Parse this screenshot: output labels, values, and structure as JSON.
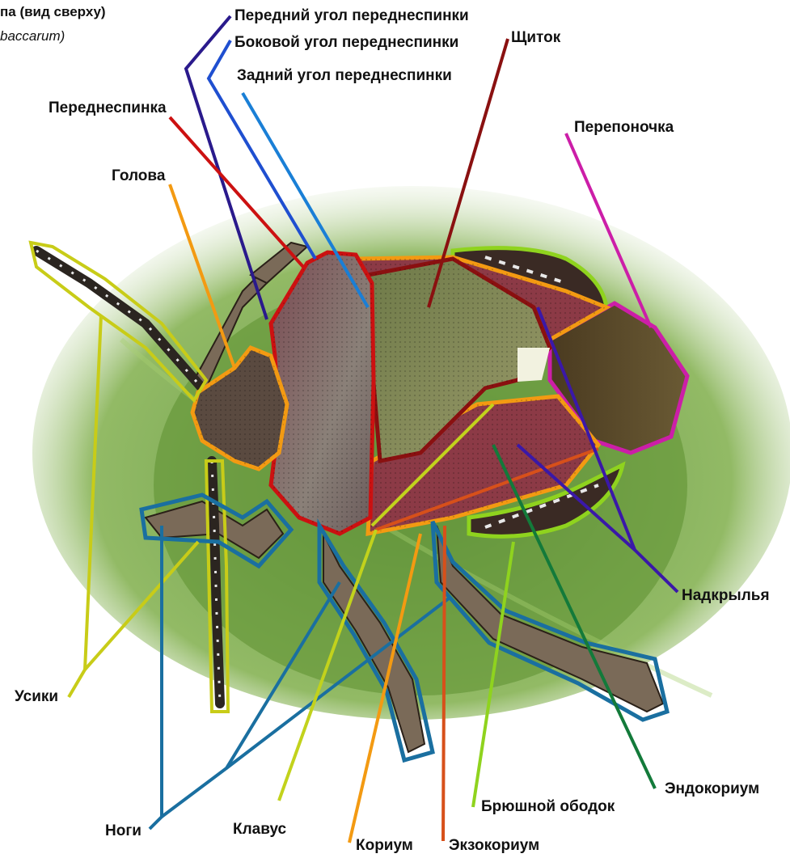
{
  "header": {
    "title_fragment": "па (вид сверху)",
    "subtitle_fragment": "baccarum)"
  },
  "labels": {
    "anterior_angle": "Передний угол переднеспинки",
    "lateral_angle": "Боковой угол переднеспинки",
    "posterior_angle": "Задний угол переднеспинки",
    "scutellum": "Щиток",
    "pronotum": "Переднеспинка",
    "membrane": "Перепоночка",
    "head": "Голова",
    "hemelytra": "Надкрылья",
    "antennae": "Усики",
    "endocorium": "Эндокориум",
    "ventral_rim": "Брюшной ободок",
    "legs": "Ноги",
    "clavus": "Клавус",
    "corium": "Кориум",
    "exocorium": "Экзокориум"
  },
  "colors": {
    "anterior_angle": "#2a1a8c",
    "lateral_angle": "#1f4fd0",
    "posterior_angle": "#1a7fd6",
    "scutellum": "#8a1010",
    "pronotum": "#cc1111",
    "membrane": "#cc1ea8",
    "head": "#f39a12",
    "hemelytra": "#3a18a8",
    "antennae": "#c8cc18",
    "endocorium": "#137a3a",
    "ventral_rim": "#8fd31e",
    "legs": "#1a6fa0",
    "clavus": "#c2d21c",
    "corium": "#f39a12",
    "exocorium": "#d7501a",
    "leaf_green": "#6f9a3a",
    "bug_brown": "#7a5a4a",
    "bug_red": "#8c3a46",
    "scutellum_fill": "#8c8a58"
  }
}
